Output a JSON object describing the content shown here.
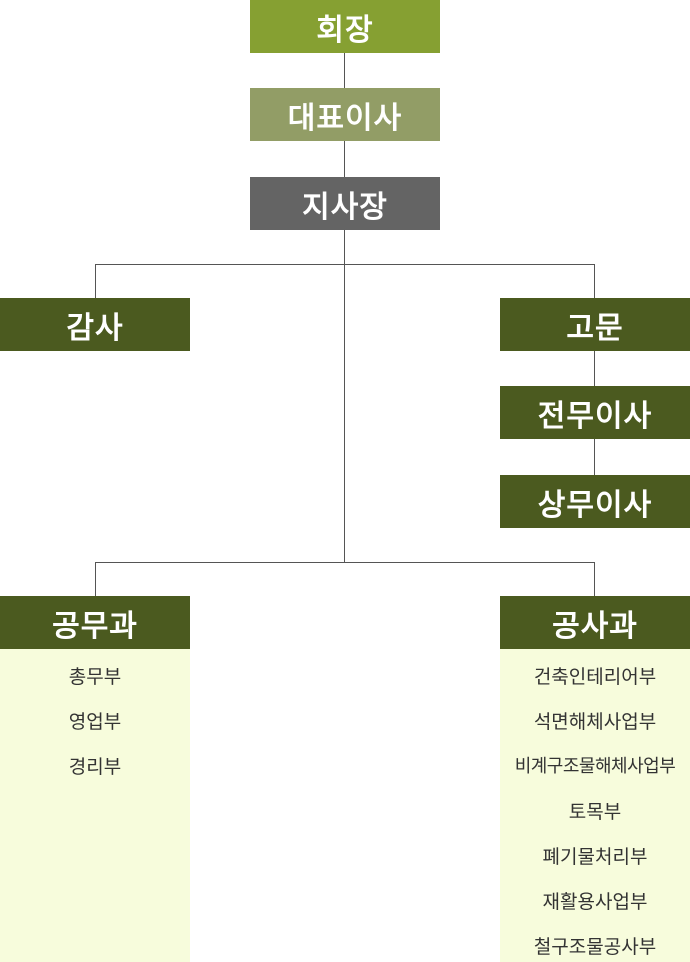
{
  "colors": {
    "chairman": "#86a032",
    "ceo": "#929d66",
    "branch": "#646464",
    "dept": "#4b5a1f",
    "panel": "#f7fcdc",
    "line": "#555555"
  },
  "nodes": {
    "chairman": "회장",
    "ceo": "대표이사",
    "branch_head": "지사장",
    "auditor": "감사",
    "advisor": "고문",
    "managing_director": "전무이사",
    "executive_director": "상무이사",
    "public_affairs": "공무과",
    "construction": "공사과"
  },
  "public_affairs_depts": [
    "총무부",
    "영업부",
    "경리부"
  ],
  "construction_depts": [
    "건축인테리어부",
    "석면해체사업부",
    "비계구조물해체사업부",
    "토목부",
    "폐기물처리부",
    "재활용사업부",
    "철구조물공사부"
  ]
}
